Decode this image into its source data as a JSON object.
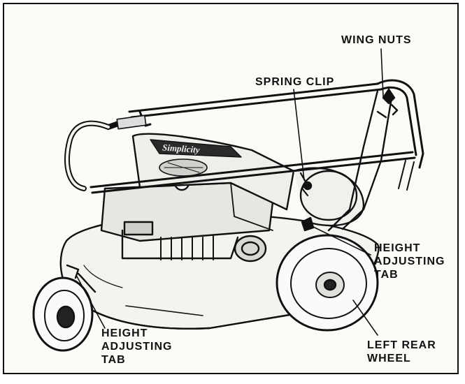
{
  "diagram": {
    "brand_decal": "Simplicity",
    "labels": {
      "wing_nuts": "WING NUTS",
      "spring_clip": "SPRING CLIP",
      "height_tab_right": [
        "HEIGHT",
        "ADJUSTING",
        "TAB"
      ],
      "height_tab_left": [
        "HEIGHT",
        "ADJUSTING",
        "TAB"
      ],
      "left_rear_wheel": [
        "LEFT REAR",
        "WHEEL"
      ]
    }
  }
}
